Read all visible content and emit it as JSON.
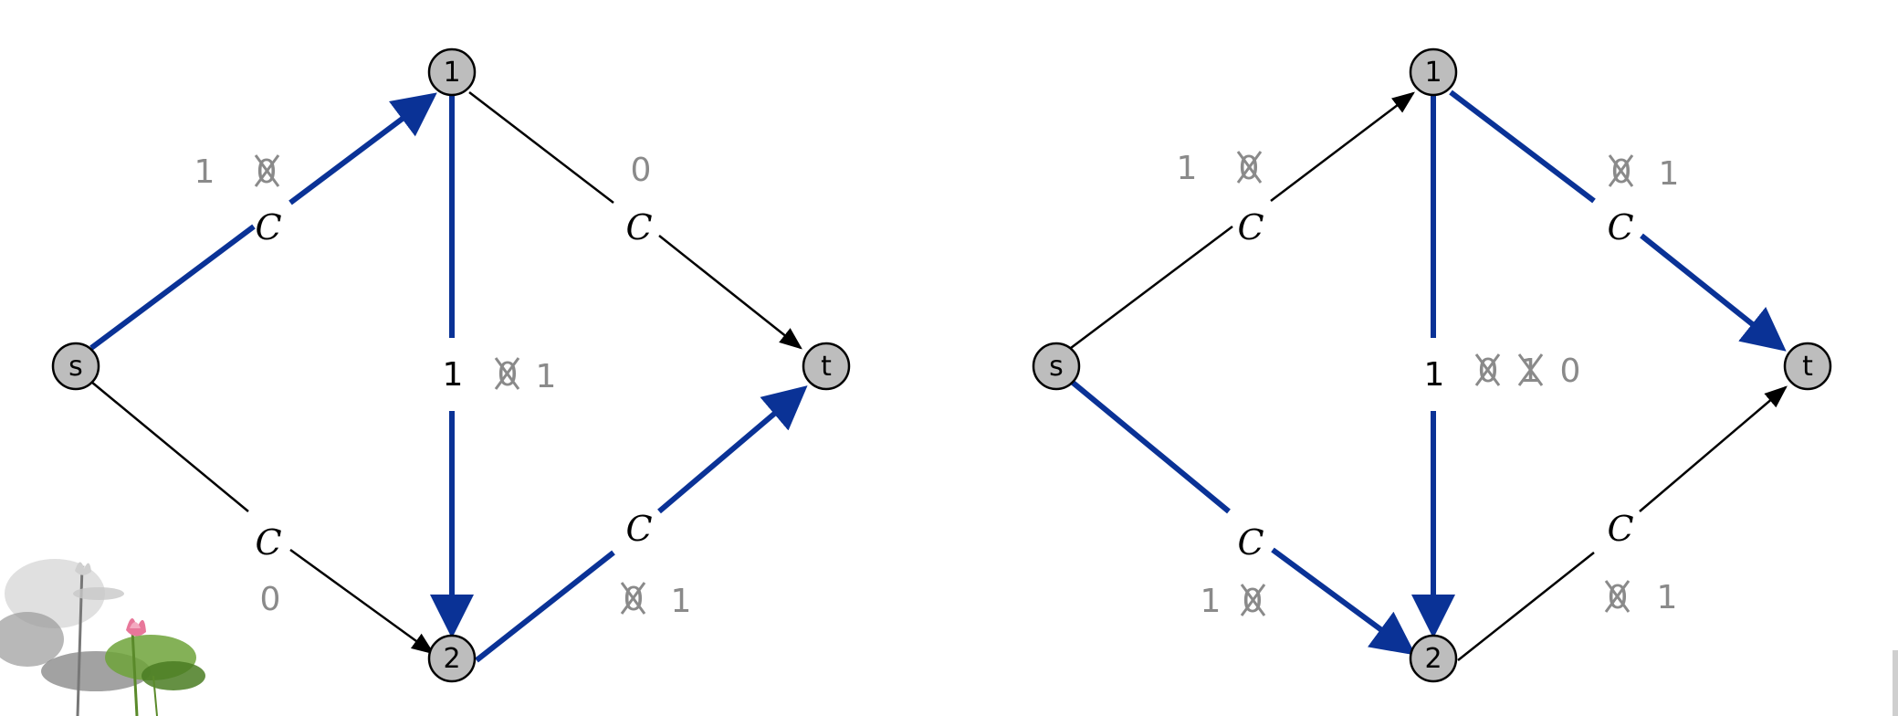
{
  "accent_color": "#0a3296",
  "node_fill": "#bdbdbd",
  "flow_text_color": "#8a8a8a",
  "graphs": [
    {
      "nodes": {
        "s": "s",
        "n1": "1",
        "n2": "2",
        "t": "t"
      },
      "edges": {
        "s1": {
          "capacity": "C",
          "flow_old": "0",
          "flow_new": "1"
        },
        "s2": {
          "capacity": "C",
          "flow": "0"
        },
        "e12": {
          "capacity": "1",
          "flow_old": "0",
          "flow_new": "1"
        },
        "e1t": {
          "capacity": "C",
          "flow": "0"
        },
        "e2t": {
          "capacity": "C",
          "flow_old": "0",
          "flow_new": "1"
        }
      }
    },
    {
      "nodes": {
        "s": "s",
        "n1": "1",
        "n2": "2",
        "t": "t"
      },
      "edges": {
        "s1": {
          "capacity": "C",
          "flow_old": "0",
          "flow_new": "1"
        },
        "s2": {
          "capacity": "C",
          "flow_old": "0",
          "flow_new": "1"
        },
        "e12": {
          "capacity": "1",
          "flow_old": "0",
          "flow_mid": "1",
          "flow_new": "0"
        },
        "e1t": {
          "capacity": "C",
          "flow_old": "0",
          "flow_new": "1"
        },
        "e2t": {
          "capacity": "C",
          "flow_old": "0",
          "flow_new": "1"
        }
      }
    }
  ]
}
